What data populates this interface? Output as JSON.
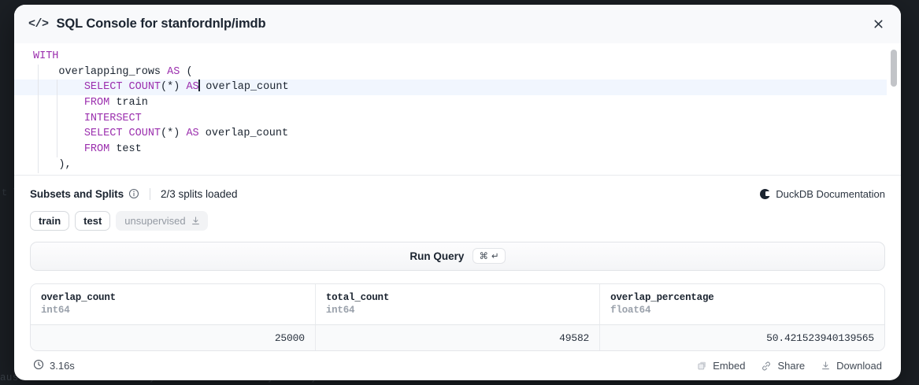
{
  "backdrop": {
    "bottom_text": "ause this film can hardly be taken seriously on any level. As for the",
    "left_fragment": "t \\ / e"
  },
  "modal": {
    "icon": "code-icon",
    "icon_glyph": "</>",
    "title": "SQL Console for stanfordnlp/imdb",
    "close_icon": "close-icon"
  },
  "editor": {
    "lines": [
      {
        "segments": [
          {
            "t": "WITH",
            "k": true
          }
        ],
        "indent": 0,
        "active": false
      },
      {
        "segments": [
          {
            "t": "    overlapping_rows ",
            "k": false
          },
          {
            "t": "AS",
            "k": true
          },
          {
            "t": " (",
            "k": false
          }
        ],
        "indent": 1,
        "active": false
      },
      {
        "segments": [
          {
            "t": "        ",
            "k": false
          },
          {
            "t": "SELECT COUNT",
            "k": true
          },
          {
            "t": "(*) ",
            "k": false
          },
          {
            "t": "AS",
            "k": true
          },
          {
            "t": "|",
            "k": false
          },
          {
            "t": " overlap_count",
            "k": false
          }
        ],
        "indent": 2,
        "active": true
      },
      {
        "segments": [
          {
            "t": "        ",
            "k": false
          },
          {
            "t": "FROM",
            "k": true
          },
          {
            "t": " train",
            "k": false
          }
        ],
        "indent": 2,
        "active": false
      },
      {
        "segments": [
          {
            "t": "        ",
            "k": false
          },
          {
            "t": "INTERSECT",
            "k": true
          }
        ],
        "indent": 2,
        "active": false
      },
      {
        "segments": [
          {
            "t": "        ",
            "k": false
          },
          {
            "t": "SELECT COUNT",
            "k": true
          },
          {
            "t": "(*) ",
            "k": false
          },
          {
            "t": "AS",
            "k": true
          },
          {
            "t": " overlap_count",
            "k": false
          }
        ],
        "indent": 2,
        "active": false
      },
      {
        "segments": [
          {
            "t": "        ",
            "k": false
          },
          {
            "t": "FROM",
            "k": true
          },
          {
            "t": " test",
            "k": false
          }
        ],
        "indent": 2,
        "active": false
      },
      {
        "segments": [
          {
            "t": "    ),",
            "k": false
          }
        ],
        "indent": 1,
        "active": false
      }
    ],
    "scrollbar": "vertical-scrollbar"
  },
  "splits": {
    "title": "Subsets and Splits",
    "info_icon": "info-icon",
    "loaded_status": "2/3 splits loaded",
    "duckdb_label": "DuckDB Documentation",
    "chips": [
      {
        "label": "train",
        "loaded": true
      },
      {
        "label": "test",
        "loaded": true
      },
      {
        "label": "unsupervised",
        "loaded": false,
        "icon": "download-icon"
      }
    ]
  },
  "run_query": {
    "label": "Run Query",
    "shortcut_cmd": "⌘",
    "shortcut_enter": "↵"
  },
  "results": {
    "columns": [
      {
        "name": "overlap_count",
        "type": "int64"
      },
      {
        "name": "total_count",
        "type": "int64"
      },
      {
        "name": "overlap_percentage",
        "type": "float64"
      }
    ],
    "rows": [
      [
        "25000",
        "49582",
        "50.421523940139565"
      ]
    ]
  },
  "footer": {
    "duration": "3.16s",
    "clock_icon": "clock-icon",
    "actions": [
      {
        "label": "Embed",
        "icon": "copy-icon"
      },
      {
        "label": "Share",
        "icon": "link-icon"
      },
      {
        "label": "Download",
        "icon": "download-icon"
      }
    ]
  },
  "colors": {
    "keyword": "#9b2fae",
    "active_line": "#f1f6fe",
    "text": "#1b2430",
    "muted": "#9aa1ab"
  }
}
